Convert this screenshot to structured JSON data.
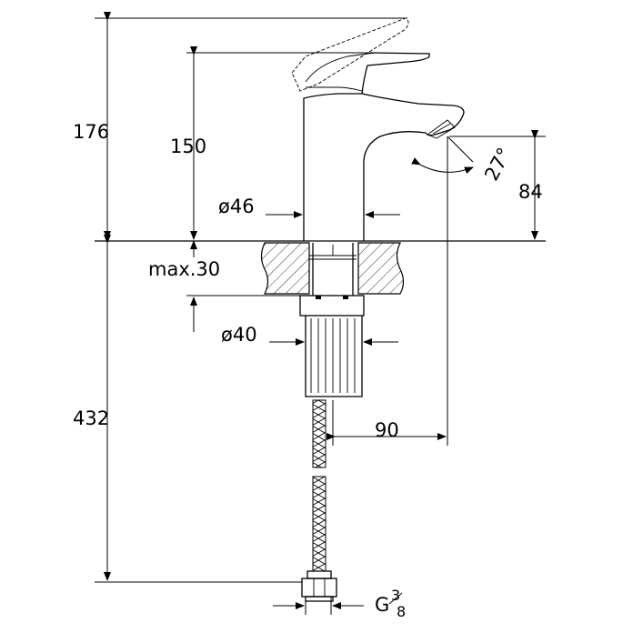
{
  "dimensions": {
    "height_to_lever_top": "176",
    "height_to_spout": "150",
    "body_diameter": "ø46",
    "spout_height": "84",
    "max_deck_thickness": "max.30",
    "shank_diameter": "ø40",
    "hose_length": "432",
    "spout_reach": "90",
    "connection_thread_prefix": "G",
    "connection_thread_num": "3",
    "connection_thread_den": "8",
    "lever_angle": "27°"
  }
}
